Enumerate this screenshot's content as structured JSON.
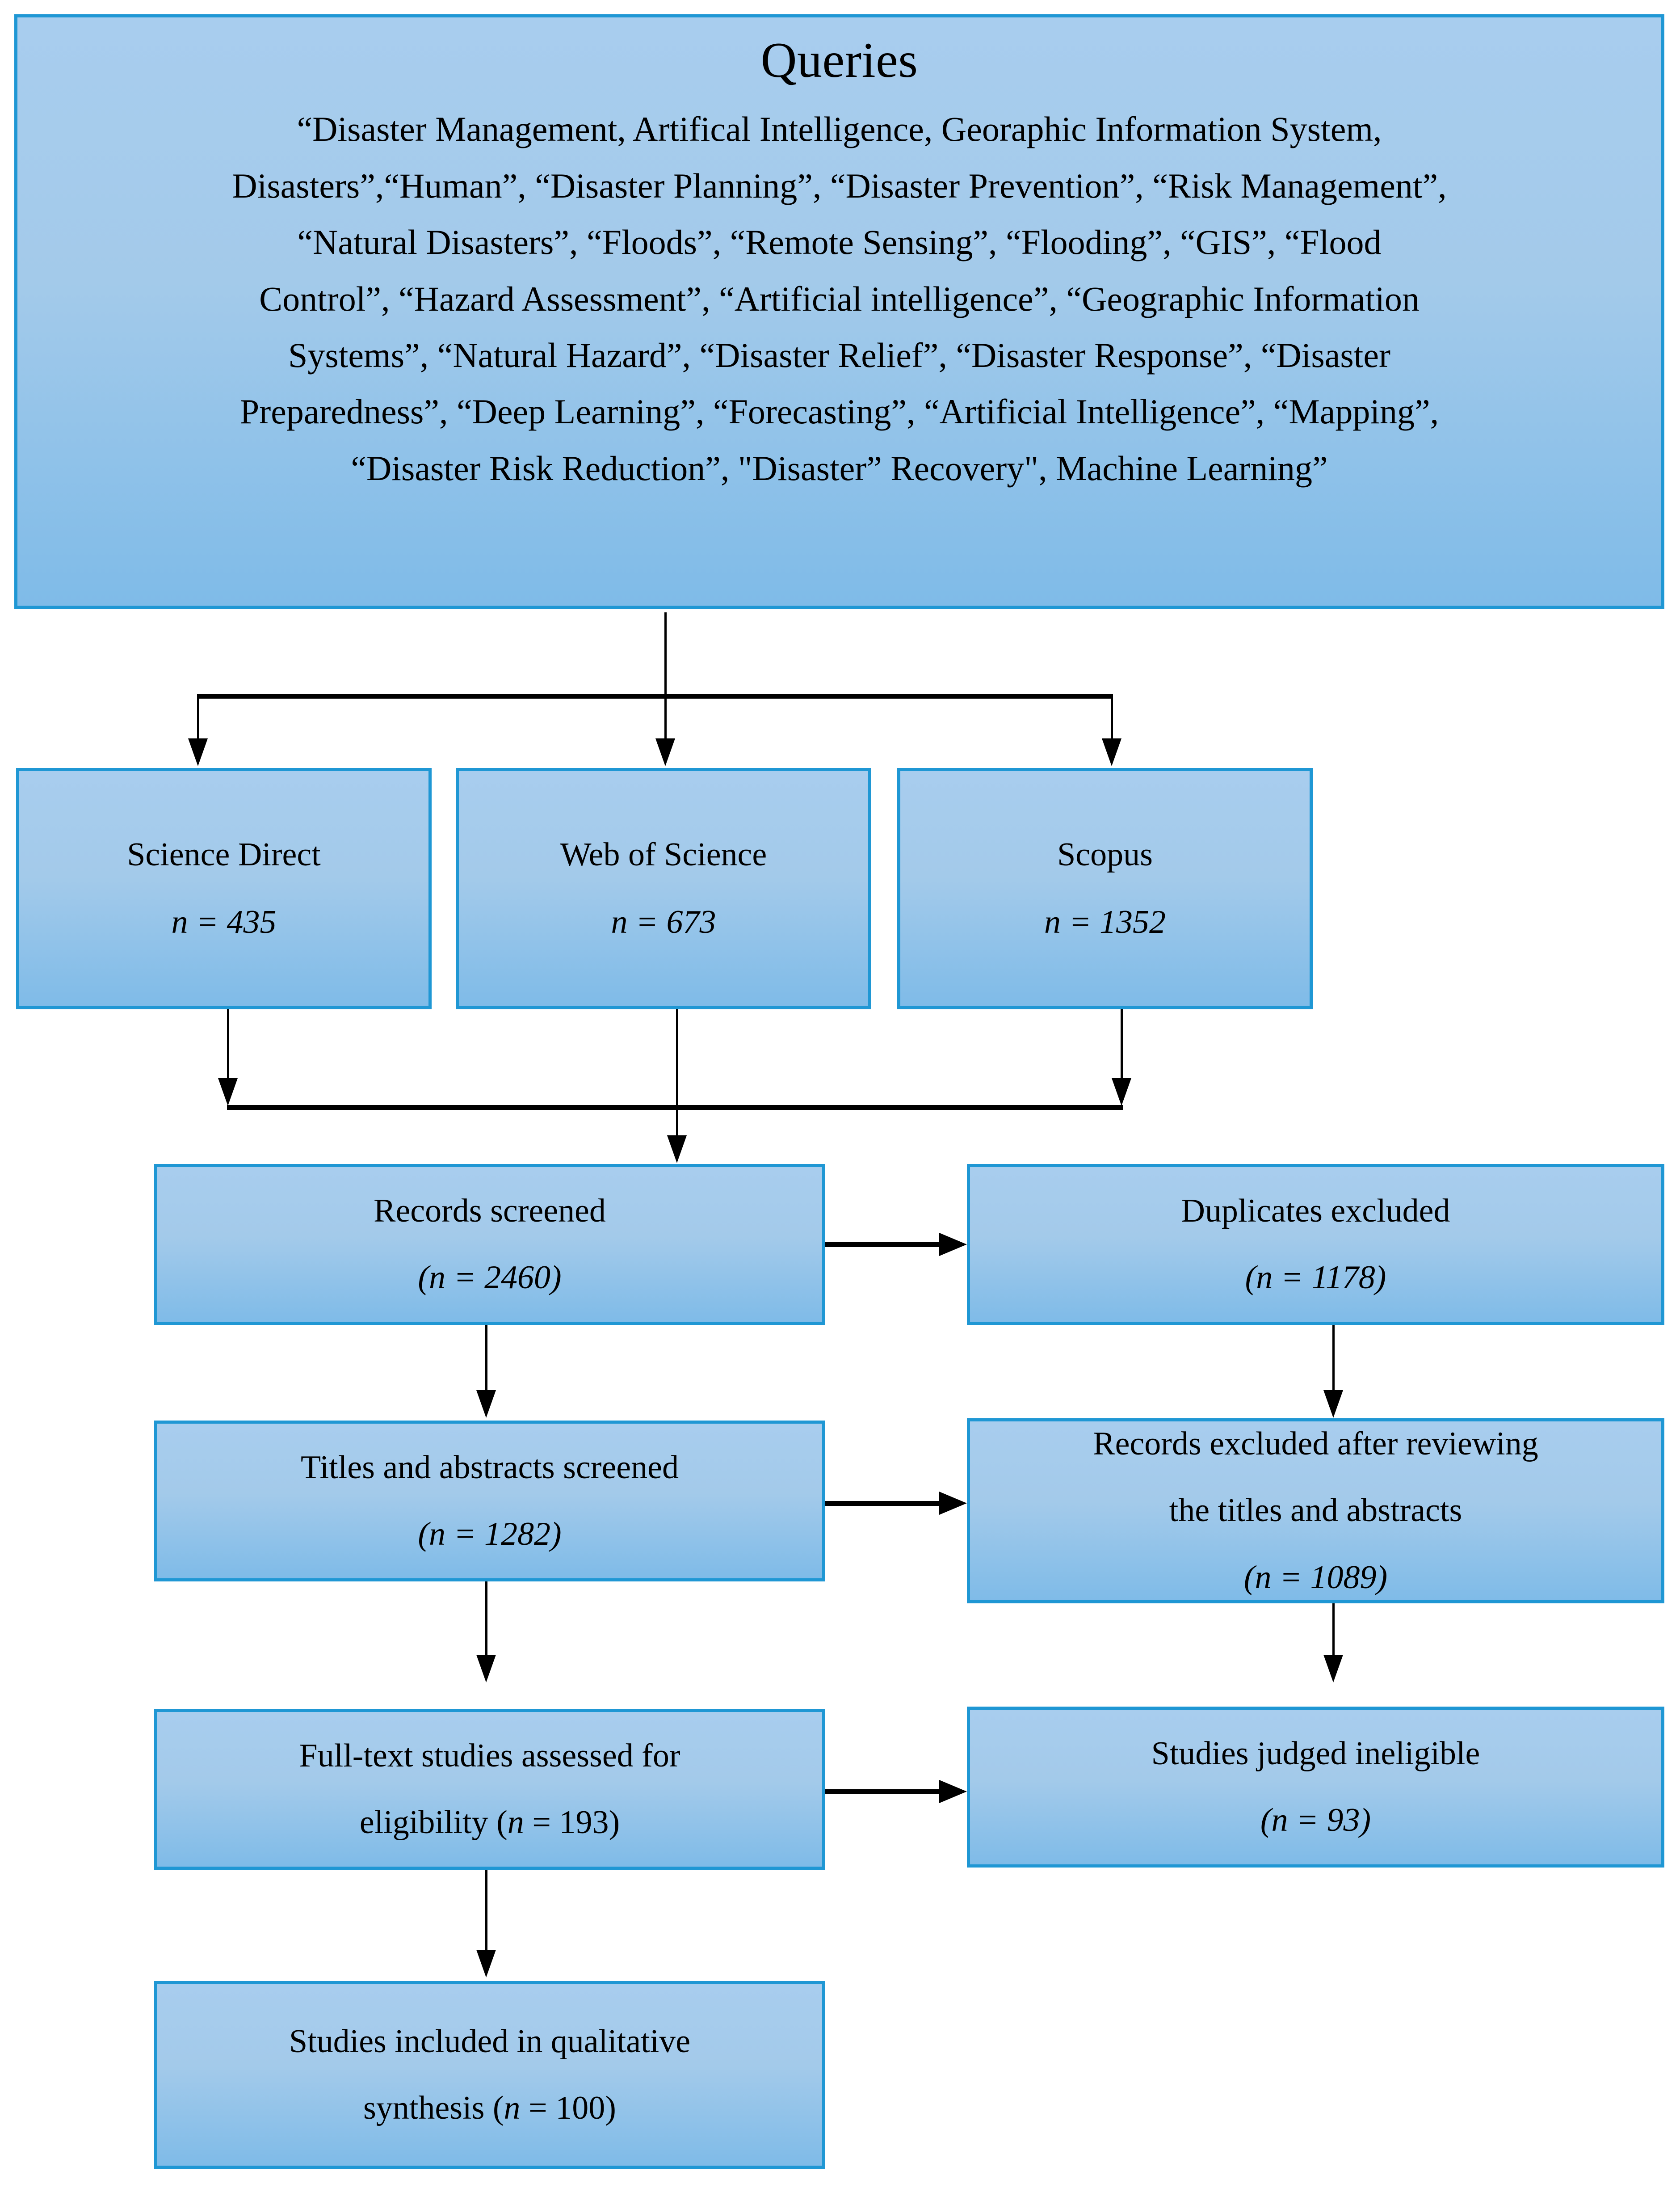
{
  "diagram": {
    "type": "prisma-flow-diagram",
    "colors": {
      "box_fill": "#A5CCEA",
      "box_border": "#1F97D4",
      "connector": "#000000",
      "text": "#000000",
      "background": "#FFFFFF"
    }
  },
  "queries": {
    "title": "Queries",
    "lines": [
      "“Disaster Management, Artifical Intelligence, Georaphic Information System,",
      "Disasters”,“Human”, “Disaster Planning”, “Disaster Prevention”, “Risk Management”,",
      "“Natural Disasters”, “Floods”, “Remote Sensing”, “Flooding”, “GIS”, “Flood",
      "Control”, “Hazard Assessment”, “Artificial intelligence”, “Geographic Information",
      "Systems”, “Natural Hazard”, “Disaster Relief”, “Disaster Response”, “Disaster",
      "Preparedness”, “Deep Learning”, “Forecasting”, “Artificial Intelligence”, “Mapping”,",
      "“Disaster Risk Reduction”, \"Disaster” Recovery\", Machine Learning”"
    ]
  },
  "sources": [
    {
      "name": "Science Direct",
      "count_label": "n = 435",
      "n": 435
    },
    {
      "name": "Web of Science",
      "count_label": "n = 673",
      "n": 673
    },
    {
      "name": "Scopus",
      "count_label": "n = 1352",
      "n": 1352
    }
  ],
  "stages": {
    "records_screened": {
      "line1": "Records screened",
      "line2": "(n = 2460)",
      "n": 2460
    },
    "duplicates_excluded": {
      "line1": "Duplicates excluded",
      "line2": "(n = 1178)",
      "n": 1178
    },
    "titles_abstracts_screened": {
      "line1": "Titles and abstracts screened",
      "line2": "(n = 1282)",
      "n": 1282
    },
    "records_excluded_after_review": {
      "line1": "Records excluded after reviewing",
      "line2": "the titles and abstracts",
      "line3": "(n = 1089)",
      "n": 1089
    },
    "fulltext_assessed": {
      "line1": "Full-text studies assessed for",
      "line2": "eligibility (n = 193)",
      "n": 193
    },
    "studies_ineligible": {
      "line1": "Studies judged ineligible",
      "line2": "(n = 93)",
      "n": 93
    },
    "studies_included": {
      "line1": "Studies included in qualitative",
      "line2": "synthesis (n = 100)",
      "n": 100
    }
  }
}
